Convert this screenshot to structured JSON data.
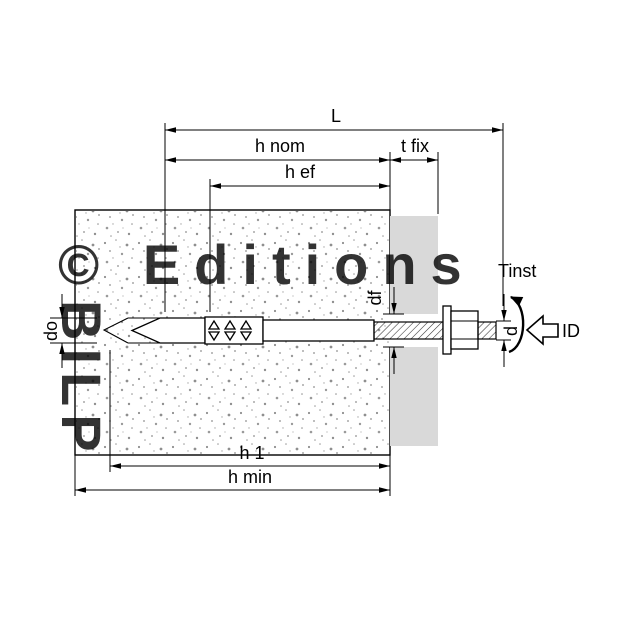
{
  "title": "wedge-anchor-installation-diagram",
  "labels": {
    "L": "L",
    "h_nom": "h nom",
    "t_fix": "t fix",
    "h_ef": "h ef",
    "df": "df",
    "do": "do",
    "d": "d",
    "h_1": "h 1",
    "h_min": "h min",
    "Tinst": "Tinst",
    "ID": "ID"
  },
  "watermark": {
    "line_1": "© Editions",
    "line_2": "BILP"
  },
  "colors": {
    "line": "#000000",
    "fixture_fill": "#d9d9d9",
    "watermark": "#c2c2c2",
    "speckle": "#8f8f8f",
    "background": "#ffffff"
  }
}
